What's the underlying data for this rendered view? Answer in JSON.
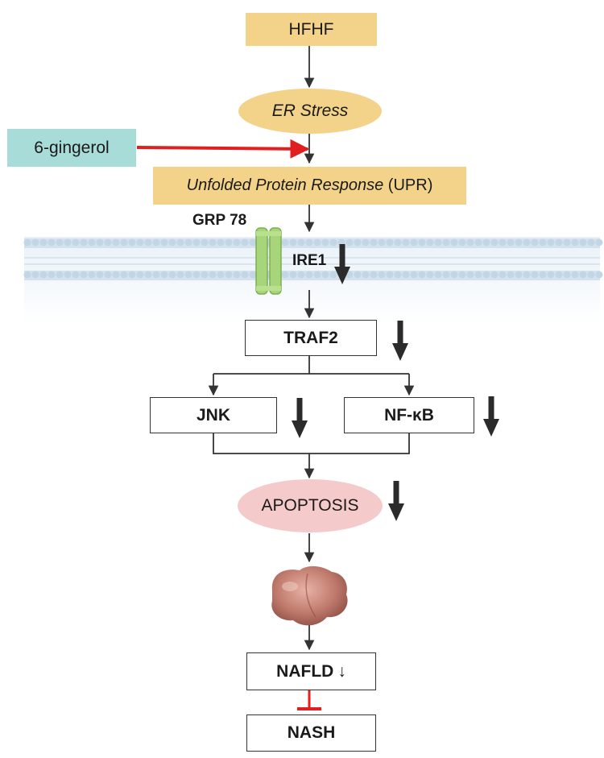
{
  "nodes": {
    "hfhf": "HFHF",
    "er_stress": "ER Stress",
    "gingerol": "6-gingerol",
    "upr_italic": "Unfolded Protein Response",
    "upr_abbr": " (UPR)",
    "grp78": "GRP 78",
    "ire1": "IRE1",
    "traf2": "TRAF2",
    "jnk": "JNK",
    "nfkb": "NF-κB",
    "apoptosis": "APOPTOSIS",
    "nafld": "NAFLD",
    "nafld_arrow": "↓",
    "nash": "NASH"
  },
  "colors": {
    "gold_box": "#f3d289",
    "teal_box": "#a8dcd8",
    "pink_ellipse": "#f4caca",
    "red_arrow": "#e02020",
    "receptor": "#a6d57a",
    "membrane": "#c3d6e6",
    "inhibit": "#e02020"
  },
  "icons": {
    "receptor": "transmembrane-receptor-icon",
    "membrane": "lipid-bilayer-icon",
    "liver": "liver-icon",
    "down_arrow": "down-arrow-icon"
  }
}
